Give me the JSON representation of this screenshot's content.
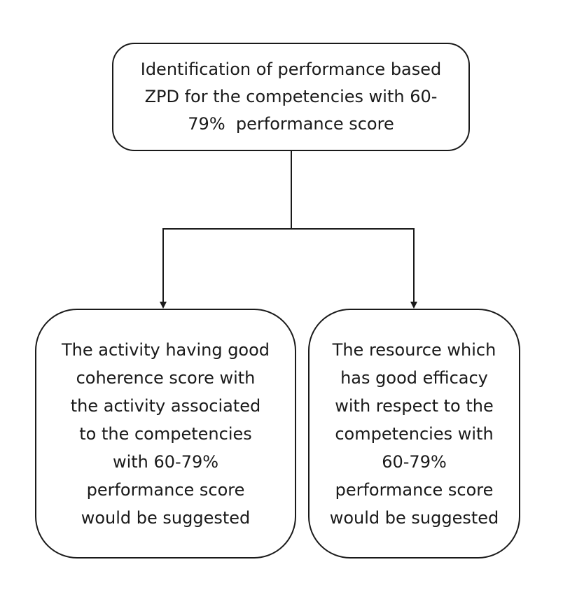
{
  "diagram": {
    "type": "flowchart",
    "colors": {
      "line": "#1a1a1a",
      "background": "#ffffff"
    },
    "nodes": {
      "top": {
        "lines": [
          "Identification of performance based",
          "ZPD for the competencies with 60-",
          "79%  performance score"
        ]
      },
      "left": {
        "lines": [
          "The activity having good",
          "coherence score with",
          "the activity associated",
          "to the competencies",
          "with 60-79%",
          "performance score",
          "would be suggested"
        ]
      },
      "right": {
        "lines": [
          "The resource which",
          "has good efficacy",
          "with respect to the",
          "competencies with",
          "60-79%",
          "performance score",
          "would be suggested"
        ]
      }
    },
    "edges": [
      {
        "from": "top",
        "to": "left"
      },
      {
        "from": "top",
        "to": "right"
      }
    ]
  }
}
